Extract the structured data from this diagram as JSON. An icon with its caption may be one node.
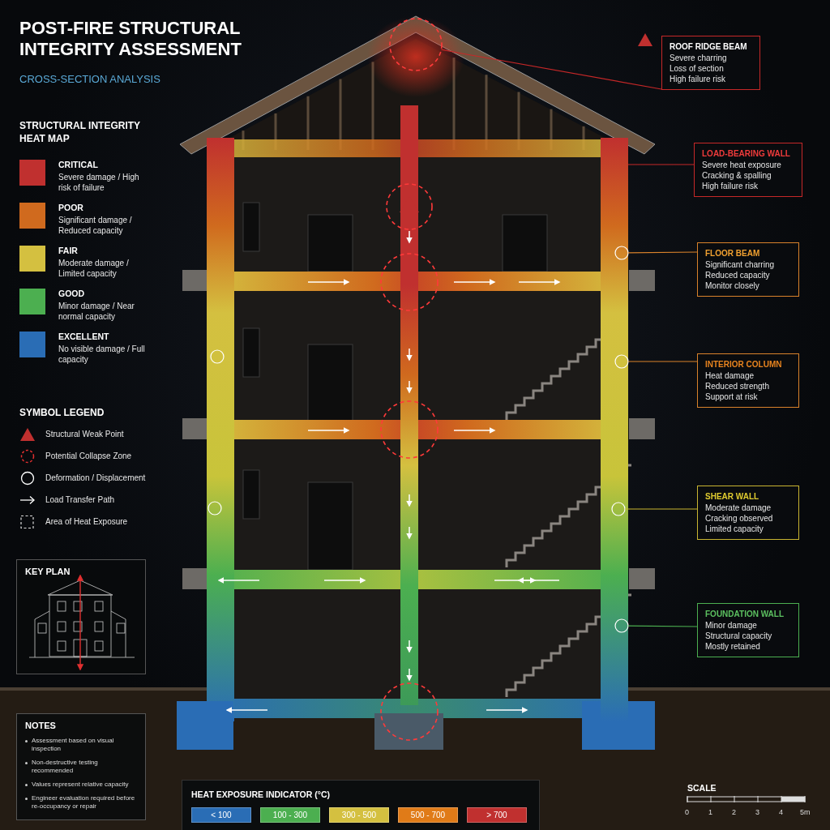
{
  "diagram": {
    "title": "POST-FIRE STRUCTURAL INTEGRITY ASSESSMENT",
    "nodes": [
      {
        "text": [
          "ROOF RIDGE BEAM",
          "Severe charring",
          "Loss of section",
          "High failure risk"
        ]
      },
      {
        "text": [
          "LOAD-BEARING WALL",
          "Severe heat exposure",
          "Cracking & spalling",
          "High failure risk"
        ]
      },
      {
        "text": [
          "FLOOR BEAM",
          "Significant charring",
          "Reduced capacity",
          "Monitor closely"
        ]
      },
      {
        "text": [
          "INTERIOR COLUMN",
          "Heat damage",
          "Reduced strength",
          "Support at risk"
        ]
      },
      {
        "text": [
          "SHEAR WALL",
          "Moderate damage",
          "Cracking observed",
          "Limited capacity"
        ]
      },
      {
        "text": [
          "FOUNDATION WALL",
          "Minor damage",
          "Structural capacity",
          "Mostly retained"
        ]
      },
      {
        "text": [
          "KEY PLAN"
        ]
      },
      {
        "text": [
          "NOTES",
          "Assessment based on visual inspection",
          "Non-destructive testing recommended",
          "Values represent relative capacity",
          "Engineer evaluation required before re-occupancy or repair"
        ]
      },
      {
        "text": [],
        "shape": "circle"
      },
      {
        "text": [],
        "shape": "bar"
      },
      {
        "text": [],
        "shape": "circle",
        "in": 9
      },
      {
        "text": [],
        "shape": "circle",
        "in": 9
      },
      {
        "text": [],
        "shape": "circle",
        "in": 9
      },
      {
        "text": [],
        "shape": "circle",
        "in": 9
      }
    ],
    "edges": [
      {
        "from": 0,
        "to": 8,
        "arrow": "none",
        "color": "#c62828"
      },
      {
        "from": 1,
        "to": 9,
        "arrow": "none",
        "color": "#c62828"
      },
      {
        "from": 2,
        "to": 10,
        "arrow": "none",
        "color": "#d9822b"
      },
      {
        "from": 3,
        "to": 11,
        "arrow": "none",
        "color": "#d9822b"
      },
      {
        "from": 4,
        "to": 12,
        "arrow": "none",
        "color": "#c9b531"
      },
      {
        "from": 5,
        "to": 13,
        "arrow": "none",
        "color": "#4caf50"
      }
    ],
    "labels": [
      "CROSS-SECTION ANALYSIS",
      "STRUCTURAL INTEGRITY HEAT MAP",
      "Severe damage / High risk of failure",
      "Significant damage / Reduced capacity",
      "Moderate damage / Limited capacity",
      "Minor damage / Near normal capacity",
      "No visible damage / Full capacity",
      "SYMBOL LEGEND",
      "HEAT EXPOSURE INDICATOR (°C)",
      "SCALE",
      "0",
      "1",
      "2",
      "3",
      "4",
      "5m"
    ],
    "legend": [
      {
        "text": "CRITICAL",
        "color": "#c0302f"
      },
      {
        "text": "POOR",
        "color": "#d06a1e"
      },
      {
        "text": "FAIR",
        "color": "#d4c040"
      },
      {
        "text": "GOOD",
        "color": "#4caf50"
      },
      {
        "text": "EXCELLENT",
        "color": "#2a6db5"
      },
      {
        "text": "Structural Weak Point"
      },
      {
        "text": "Potential Collapse Zone"
      },
      {
        "text": "Deformation / Displacement"
      },
      {
        "text": "Load Transfer Path"
      },
      {
        "text": "Area of Heat Exposure"
      },
      {
        "text": "< 100",
        "color": "#2a6db5"
      },
      {
        "text": "100 - 300",
        "color": "#4caf50"
      },
      {
        "text": "300 - 500",
        "color": "#d4c040"
      },
      {
        "text": "500 - 700",
        "color": "#e07b18"
      },
      {
        "text": "> 700",
        "color": "#c0302f"
      }
    ]
  }
}
